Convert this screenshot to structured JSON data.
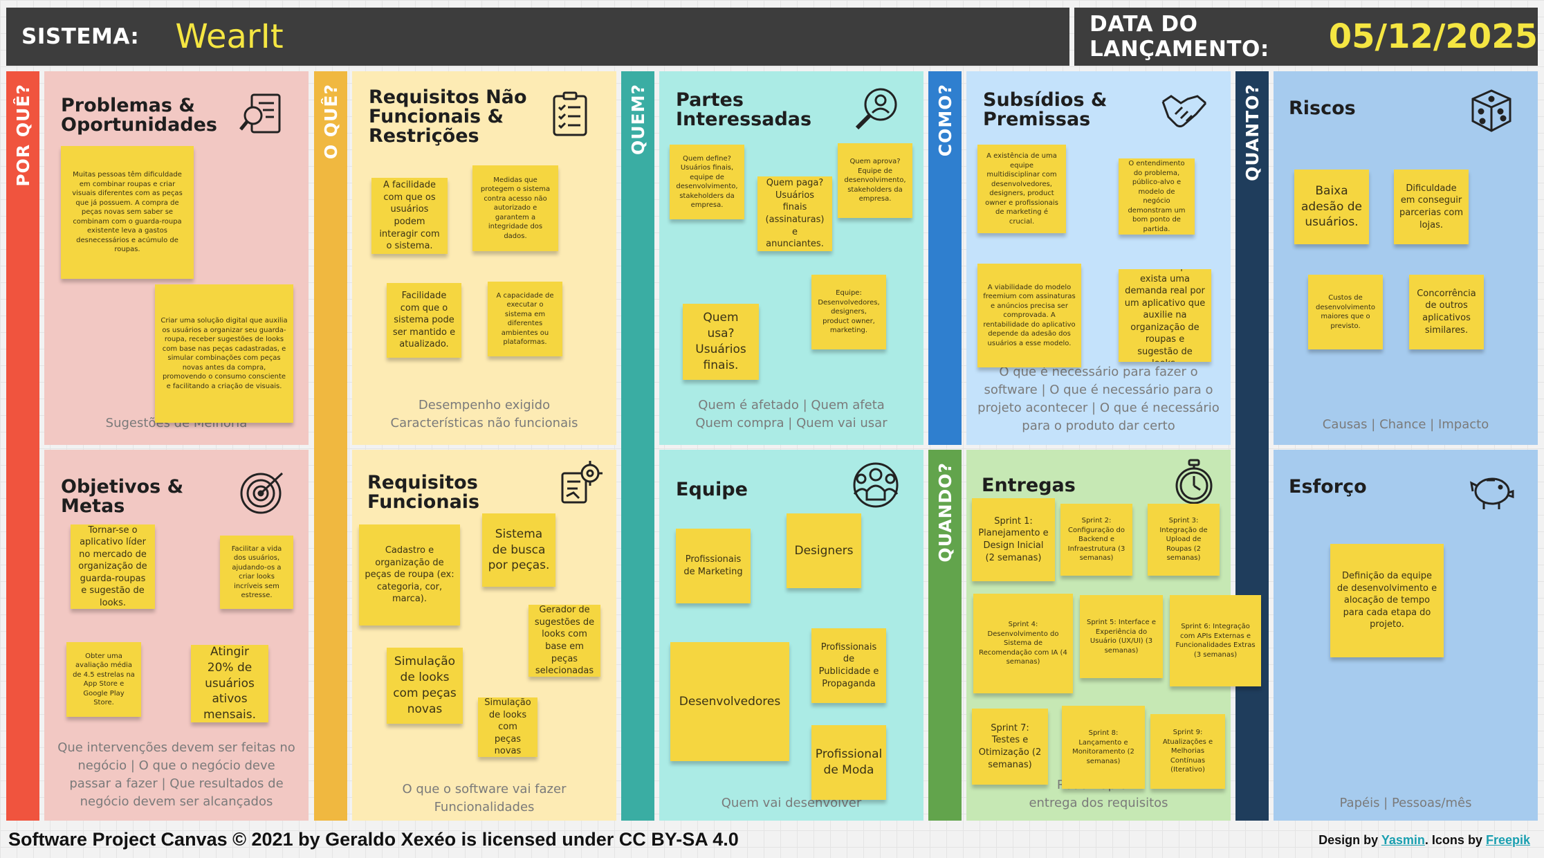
{
  "header": {
    "system_label": "SISTEMA:",
    "system_name": "WearIt",
    "launch_label": "DATA DO LANÇAMENTO:",
    "launch_date": "05/12/2025"
  },
  "sections": {
    "why": "POR QUÊ?",
    "what": "O QUÊ?",
    "who": "QUEM?",
    "how": "COMO?",
    "when": "QUANDO?",
    "howmuch": "QUANTO?"
  },
  "panels": {
    "problems": {
      "title": "Problemas &\nOportunidades",
      "desc": "Re…\nSugestões de Melhoria",
      "notes": [
        "Muitas pessoas têm dificuldade em combinar roupas e criar visuais diferentes com as peças que já possuem. A compra de peças novas sem saber se combinam com o guarda-roupa existente leva a gastos desnecessários e acúmulo de roupas.",
        "Criar uma solução digital que auxilia os usuários a organizar seu guarda-roupa, receber sugestões de looks com base nas peças cadastradas, e simular combinações com peças novas antes da compra, promovendo o consumo consciente e facilitando a criação de visuais."
      ]
    },
    "goals": {
      "title": "Objetivos &\nMetas",
      "desc": "Que intervenções devem ser feitas no negócio | O que o negócio deve passar a fazer | Que resultados de negócio devem ser alcançados",
      "notes": [
        "Tornar-se o aplicativo líder no mercado de organização de guarda-roupas e sugestão de looks.",
        "Facilitar a vida dos usuários, ajudando-os a criar looks incríveis sem estresse.",
        "Obter uma avaliação média de 4.5 estrelas na App Store e Google Play Store.",
        "Atingir 20% de usuários ativos mensais."
      ]
    },
    "nonfunc": {
      "title": "Requisitos Não\nFuncionais &\nRestrições",
      "desc": "Desempenho exigido\nCaracterísticas não funcionais",
      "notes": [
        "A facilidade com que os usuários podem interagir com o sistema.",
        "Medidas que protegem o sistema contra acesso não autorizado e garantem a integridade dos dados.",
        "Facilidade com que o sistema pode ser mantido e atualizado.",
        "A capacidade de executar o sistema em diferentes ambientes ou plataformas."
      ]
    },
    "func": {
      "title": "Requisitos\nFuncionais",
      "desc": "O que o software vai fazer\nFuncionalidades",
      "notes": [
        "Cadastro e organização de peças de roupa (ex: categoria, cor, marca).",
        "Sistema de busca por peças.",
        "Gerador de sugestões de looks com base em peças selecionadas",
        "Simulação de looks com peças novas",
        "Simulação de looks com peças novas"
      ]
    },
    "stakeholders": {
      "title": "Partes\nInteressadas",
      "desc": "Quem é afetado | Quem afeta\nQuem compra | Quem vai usar",
      "notes": [
        "Quem define? Usuários finais, equipe de desenvolvimento, stakeholders da empresa.",
        "Quem paga? Usuários finais (assinaturas) e anunciantes.",
        "Quem aprova? Equipe de desenvolvimento, stakeholders da empresa.",
        "Equipe: Desenvolvedores, designers, product owner, marketing.",
        "Quem usa? Usuários finais."
      ]
    },
    "team": {
      "title": "Equipe",
      "desc": "Quem vai desenvolver",
      "notes": [
        "Profissionais de Marketing",
        "Designers",
        "Desenvolvedores",
        "Profissionais de Publicidade e Propaganda",
        "Profissional de Moda"
      ]
    },
    "subsidies": {
      "title": "Subsídios &\nPremissas",
      "desc": "O que é necessário para fazer o software | O que é necessário para o projeto acontecer | O que é necessário para o produto dar certo",
      "notes": [
        "A existência de uma equipe multidisciplinar com desenvolvedores, designers, product owner e profissionais de marketing é crucial.",
        "O entendimento do problema, público-alvo e modelo de negócio demonstram um bom ponto de partida.",
        "A viabilidade do modelo freemium com assinaturas e anúncios precisa ser comprovada. A rentabilidade do aplicativo depende da adesão dos usuários a esse modelo.",
        "É crucial que exista uma demanda real por um aplicativo que auxilie na organização de roupas e sugestão de looks."
      ]
    },
    "deliveries": {
      "title": "Entregas",
      "desc": "Roadmap d…\nentrega dos requisitos",
      "notes": [
        "Sprint 1: Planejamento e Design Inicial (2 semanas)",
        "Sprint 2: Configuração do Backend e Infraestrutura (3 semanas)",
        "Sprint 3: Integração de Upload de Roupas (2 semanas)",
        "Sprint 4: Desenvolvimento do Sistema de Recomendação com IA (4 semanas)",
        "Sprint 5: Interface e Experiência do Usuário (UX/UI) (3 semanas)",
        "Sprint 6: Integração com APIs Externas e Funcionalidades Extras (3 semanas)",
        "Sprint 7: Testes e Otimização (2 semanas)",
        "Sprint 8: Lançamento e Monitoramento (2 semanas)",
        "Sprint 9: Atualizações e Melhorias Contínuas (Iterativo)"
      ]
    },
    "risks": {
      "title": "Riscos",
      "desc": "Causas | Chance | Impacto",
      "notes": [
        "Baixa adesão de usuários.",
        "Dificuldade em conseguir parcerias com lojas.",
        "Custos de desenvolvimento maiores que o previsto.",
        "Concorrência de outros aplicativos similares."
      ]
    },
    "effort": {
      "title": "Esforço",
      "desc": "Papéis | Pessoas/mês",
      "notes": [
        "Definição da equipe de desenvolvimento e alocação de tempo para cada etapa do projeto."
      ]
    }
  },
  "footer": {
    "license": "Software Project Canvas © 2021 by Geraldo Xexéo is licensed under CC BY-SA 4.0",
    "design_by": "Design by",
    "designer": "Yasmin",
    "icons_by": ". Icons by",
    "icons_source": "Freepik"
  },
  "icons": [
    "magnifier-document-icon",
    "target-icon",
    "checklist-icon",
    "gear-document-icon",
    "magnifier-person-icon",
    "team-icon",
    "handshake-icon",
    "stopwatch-icon",
    "dice-icon",
    "piggy-bank-icon"
  ],
  "colors": {
    "why": "#f0543e",
    "what": "#f0b840",
    "who": "#3aada3",
    "how": "#2f7fcf",
    "when": "#62a44c",
    "howmuch": "#1f3d5c",
    "why_panel": "#f2c8c3",
    "what_panel": "#fdebb4",
    "who_panel": "#abebe5",
    "how_panel": "#c4e2fb",
    "when_panel": "#c6e8b4",
    "howmuch_panel": "#a6cbee",
    "note": "#f5d640"
  }
}
